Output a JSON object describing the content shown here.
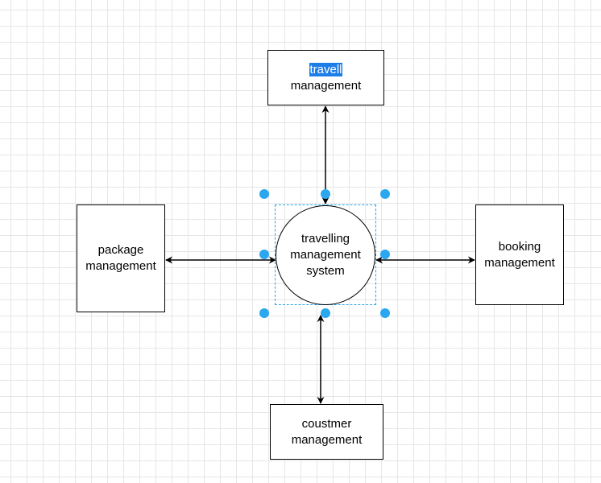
{
  "nodes": {
    "travel": {
      "line1": "travell",
      "line2": "management"
    },
    "package": {
      "line1": "package",
      "line2": "management"
    },
    "booking": {
      "line1": "booking",
      "line2": "management"
    },
    "customer": {
      "line1": "coustmer",
      "line2": "management"
    },
    "center": {
      "line1": "travelling",
      "line2": "management",
      "line3": "system"
    }
  },
  "colors": {
    "selection": "#29a3e6",
    "handle": "#2aa7ef",
    "text_highlight": "#1e7ee8",
    "grid": "#e6e6e6"
  }
}
